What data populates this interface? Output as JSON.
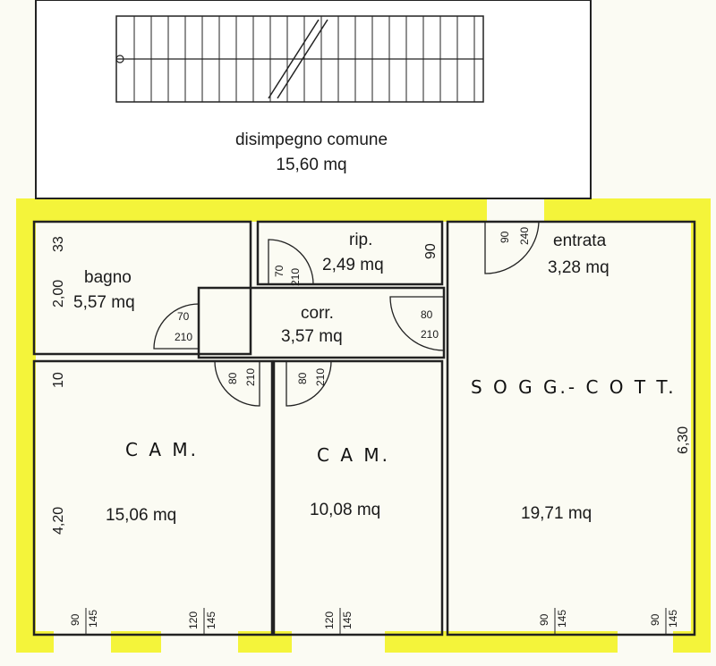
{
  "colors": {
    "wall_fill": "#f4f43a",
    "paper": "#fbfbf3",
    "ink": "#222222",
    "common_area": "#ffffff"
  },
  "rooms": {
    "disimpegno": {
      "name": "disimpegno comune",
      "area": "15,60 mq"
    },
    "bagno": {
      "name": "bagno",
      "area": "5,57 mq"
    },
    "rip": {
      "name": "rip.",
      "area": "2,49 mq"
    },
    "corr": {
      "name": "corr.",
      "area": "3,57 mq"
    },
    "entrata": {
      "name": "entrata",
      "area": "3,28 mq"
    },
    "cam1": {
      "name": "C A M.",
      "area": "15,06 mq"
    },
    "cam2": {
      "name": "C A M.",
      "area": "10,08 mq"
    },
    "sogg": {
      "name": "S O G G.- C O T T.",
      "area": "19,71 mq"
    }
  },
  "dimensions": {
    "bagno_h": "2,00",
    "bagno_top": "33",
    "cam_top": "10",
    "cam_h": "4,20",
    "sogg_h": "6,30",
    "rip_w": "90"
  },
  "doors": {
    "bagno": {
      "w": "70",
      "h": "210"
    },
    "rip": {
      "w": "70",
      "h": "210"
    },
    "corr_right": {
      "w": "80",
      "h": "210"
    },
    "cam1": {
      "w": "80",
      "h": "210"
    },
    "cam2": {
      "w": "80",
      "h": "210"
    },
    "entrata": {
      "w": "90",
      "h": "240"
    }
  },
  "windows": [
    {
      "w": "90",
      "h": "145"
    },
    {
      "w": "120",
      "h": "145"
    },
    {
      "w": "120",
      "h": "145"
    },
    {
      "w": "90",
      "h": "145"
    },
    {
      "w": "90",
      "h": "145"
    }
  ]
}
